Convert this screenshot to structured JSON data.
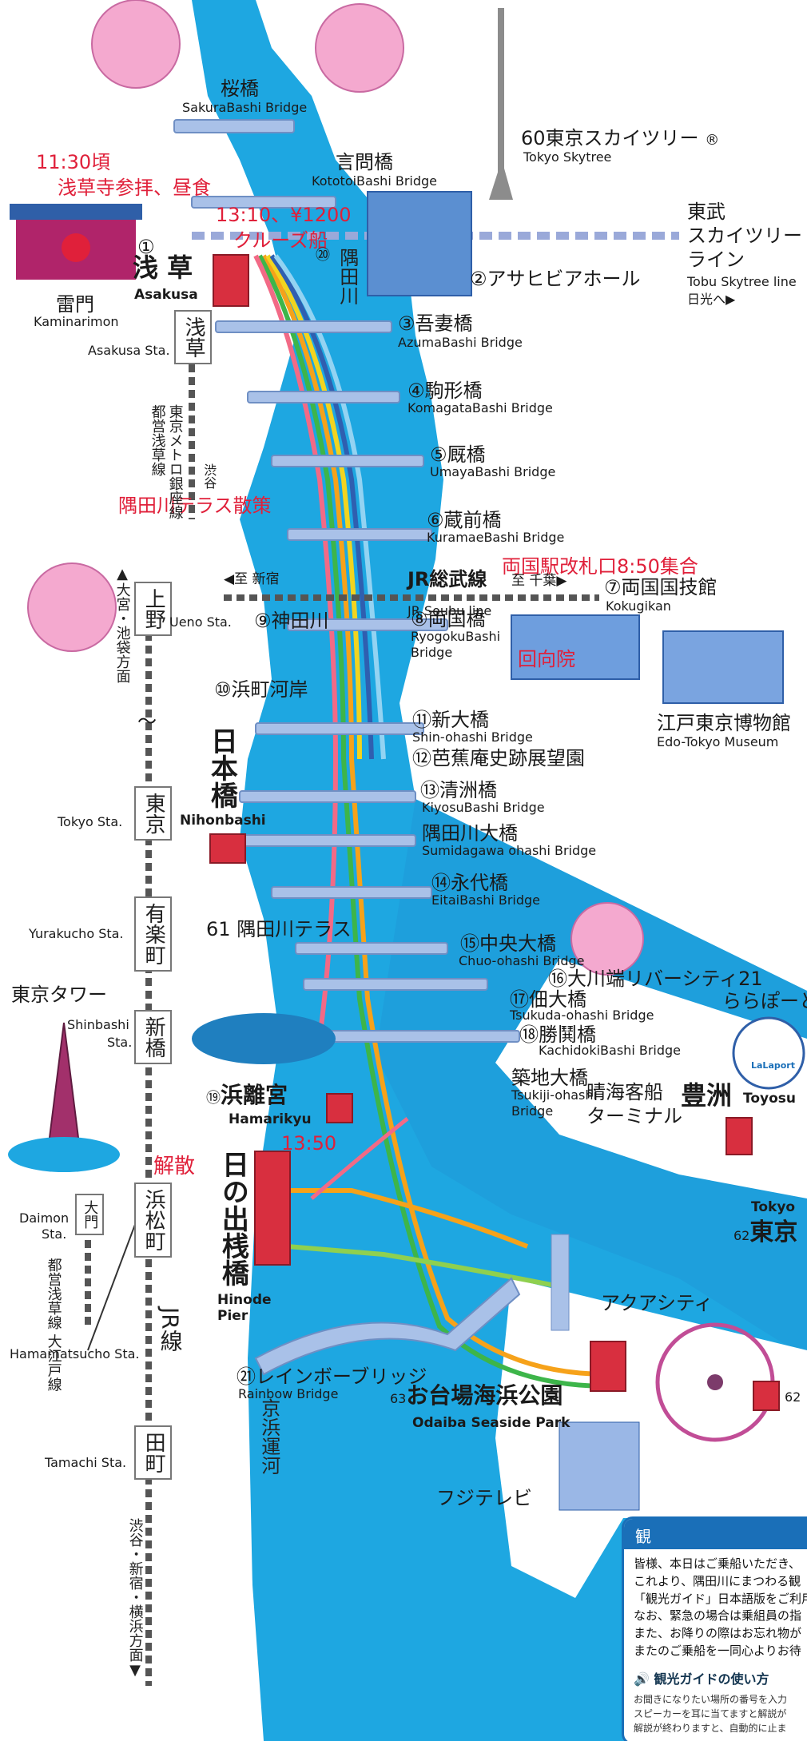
{
  "colors": {
    "river": "#1ea7e1",
    "river_dark": "#1382b9",
    "land": "#ffffff",
    "pier": "#d82f3f",
    "annotation": "#e0203a",
    "bridge": "#9fb8e0",
    "blossom": "#f4a9cf"
  },
  "annotations": {
    "asakusa_visit_time": "11:30頃",
    "asakusa_visit_desc": "浅草寺参拝、昼食",
    "cruise_time_fare": "13:10、¥1200",
    "cruise_label": "クルーズ船",
    "terrace_walk": "隅田川テラス散策",
    "ryogoku_meet": "両国駅改札口8:50集合",
    "ekoin": "回向院",
    "arrival_time": "13:50",
    "dismissal": "解散"
  },
  "landmarks": {
    "skytree_num": "60",
    "skytree_jp": "東京スカイツリー",
    "skytree_reg": "®",
    "skytree_en": "Tokyo Skytree",
    "asahi_num": "②",
    "asahi_jp": "アサヒビアホール",
    "kaminarimon_jp": "雷門",
    "kaminarimon_en": "Kaminarimon",
    "kokugikan_jp": "⑦両国国技館",
    "kokugikan_en": "Kokugikan",
    "edo_museum_jp": "江戸東京博物館",
    "edo_museum_en": "Edo-Tokyo Museum",
    "tokyo_tower_jp": "東京タワー",
    "hamarikyu_num": "⑲",
    "hamarikyu_jp": "浜離宮",
    "hamarikyu_en": "Hamarikyu",
    "lalaport_jp": "ららぽーと",
    "lalaport_logo": "LaLaport",
    "toyosu_jp": "豊洲",
    "toyosu_en": "Toyosu",
    "harumi_line1": "晴海客船",
    "harumi_line2": "ターミナル",
    "aquacity_jp": "アクアシティ",
    "fujitv_jp": "フジテレビ",
    "odaiba_num": "63",
    "odaiba_jp": "お台場海浜公園",
    "odaiba_en": "Odaiba Seaside Park",
    "tokyo_big_num": "62",
    "tokyo_big_en": "Tokyo",
    "tokyo_big_jp": "東京",
    "ferris_num": "62",
    "sumida_terrace_num": "61",
    "sumida_terrace_jp": "隅田川テラス",
    "keihin_canal": "京浜運河",
    "sumidagawa_num": "⑳",
    "sumidagawa": "隅田川"
  },
  "piers": {
    "asakusa_num": "①",
    "asakusa_jp": "浅 草",
    "asakusa_en": "Asakusa",
    "nihonbashi_jp": "日本橋",
    "nihonbashi_en": "Nihonbashi",
    "hinode_jp": "日の出桟橋",
    "hinode_en1": "Hinode",
    "hinode_en2": "Pier"
  },
  "bridges": [
    {
      "jp": "桜橋",
      "en": "SakuraBashi Bridge"
    },
    {
      "jp": "言問橋",
      "en": "KototoiBashi Bridge"
    },
    {
      "jp": "③吾妻橋",
      "en": "AzumaBashi Bridge"
    },
    {
      "jp": "④駒形橋",
      "en": "KomagataBashi Bridge"
    },
    {
      "jp": "⑤厩橋",
      "en": "UmayaBashi Bridge"
    },
    {
      "jp": "⑥蔵前橋",
      "en": "KuramaeBashi Bridge"
    },
    {
      "jp": "⑧両国橋",
      "en": "RyogokuBashi",
      "en2": "Bridge"
    },
    {
      "jp": "⑨神田川",
      "en": ""
    },
    {
      "jp": "⑩浜町河岸",
      "en": ""
    },
    {
      "jp": "⑪新大橋",
      "en": "Shin-ohashi Bridge"
    },
    {
      "jp": "⑫芭蕉庵史跡展望園",
      "en": ""
    },
    {
      "jp": "⑬清洲橋",
      "en": "KiyosuBashi Bridge"
    },
    {
      "jp": "隅田川大橋",
      "en": "Sumidagawa ohashi Bridge"
    },
    {
      "jp": "⑭永代橋",
      "en": "EitaiBashi Bridge"
    },
    {
      "jp": "⑮中央大橋",
      "en": "Chuo-ohashi Bridge"
    },
    {
      "jp": "⑯大川端リバーシティ21",
      "en": ""
    },
    {
      "jp": "⑰佃大橋",
      "en": "Tsukuda-ohashi Bridge"
    },
    {
      "jp": "⑱勝鬨橋",
      "en": "KachidokiBashi Bridge"
    },
    {
      "jp": "築地大橋",
      "en": "Tsukiji-ohashi",
      "en2": "Bridge"
    },
    {
      "jp": "㉑レインボーブリッジ",
      "en": "Rainbow Bridge"
    }
  ],
  "rail": {
    "tobu_line1": "東武",
    "tobu_line2": "スカイツリー",
    "tobu_line3": "ライン",
    "tobu_en": "Tobu Skytree line",
    "tobu_dir": "日光へ▶",
    "jr_sobu_jp": "JR総武線",
    "jr_sobu_en": "JR Soubu line",
    "to_shinjuku": "◀至 新宿",
    "to_chiba": "至 千葉▶",
    "metro_ginza": "東京メトロ銀座線",
    "toei_asakusa": "都営浅草線",
    "shibuya": "渋谷",
    "omiya_dir": "▲大宮・池袋方面",
    "shibuya_dir": "渋谷・新宿・横浜方面▼",
    "jr_line": "JR線",
    "toei_oedo": "都営浅草線 大江戸線",
    "tilde": "〜"
  },
  "stations": [
    {
      "jp": "浅草",
      "en": "Asakusa Sta."
    },
    {
      "jp": "上野",
      "en": "Ueno Sta."
    },
    {
      "jp": "東京",
      "en": "Tokyo Sta."
    },
    {
      "jp": "有楽町",
      "en": "Yurakucho Sta."
    },
    {
      "jp": "新橋",
      "en": "Shinbashi",
      "en2": "Sta."
    },
    {
      "jp": "浜松町",
      "en": "Hamamatsucho Sta."
    },
    {
      "jp": "大門",
      "en": "Daimon",
      "en2": "Sta."
    },
    {
      "jp": "田町",
      "en": "Tamachi Sta."
    }
  ],
  "guide": {
    "header": "観",
    "line1": "皆様、本日はご乗船いただき、",
    "line2": "これより、隅田川にまつわる観",
    "line3": "「観光ガイド」日本語版をご利用",
    "line4": "なお、緊急の場合は乗組員の指",
    "line5": "また、お降りの際はお忘れ物が",
    "line6": "またのご乗船を一同心よりお待",
    "howto": "観光ガイドの使い方",
    "small1": "お聞きになりたい場所の番号を入力",
    "small2": "スピーカーを耳に当てますと解説が",
    "small3": "解説が終わりますと、自動的に止ま"
  }
}
